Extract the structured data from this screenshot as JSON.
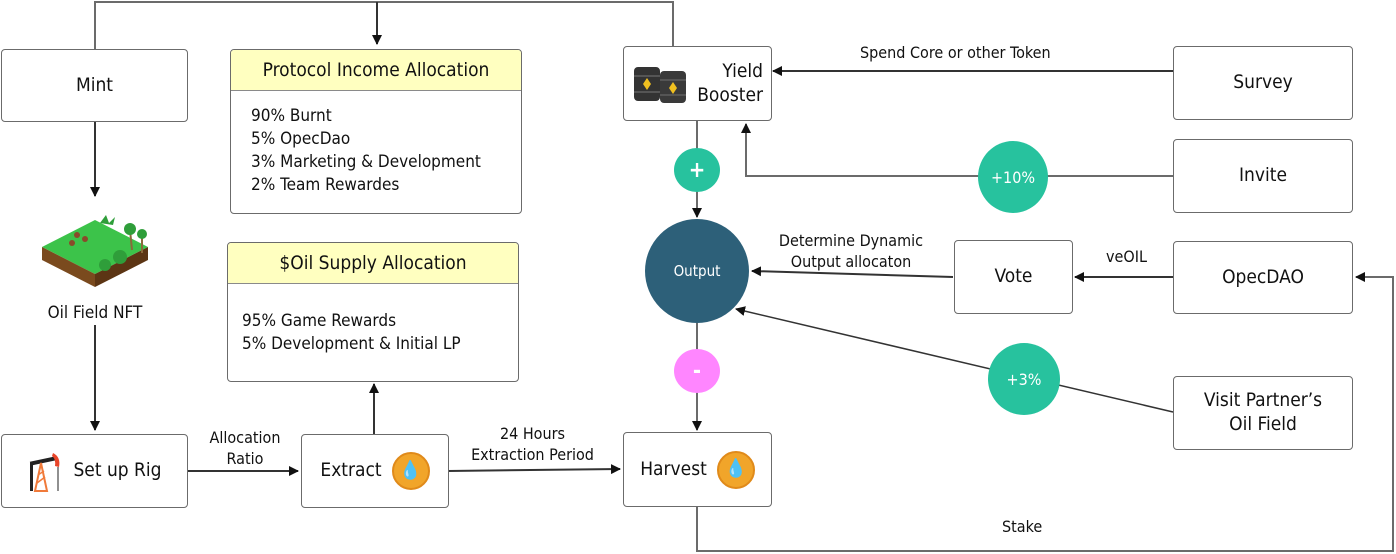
{
  "nodes": {
    "mint": "Mint",
    "oil_field_nft": "Oil Field NFT",
    "set_up_rig": "Set up Rig",
    "extract": "Extract",
    "harvest": "Harvest",
    "yield_booster_line1": "Yield",
    "yield_booster_line2": "Booster",
    "survey": "Survey",
    "invite": "Invite",
    "vote": "Vote",
    "opecdao": "OpecDAO",
    "visit_partner_line1": "Visit Partner’s",
    "visit_partner_line2": "Oil Field",
    "output": "Output"
  },
  "protocol_income": {
    "title": "Protocol Income Allocation",
    "items": [
      "90%  Burnt",
      "5% OpecDao",
      "3% Marketing & Development",
      "2% Team Rewardes"
    ]
  },
  "oil_supply": {
    "title": "$Oil Supply Allocation",
    "items": [
      "95% Game Rewards",
      "5% Development & Initial LP"
    ]
  },
  "badges": {
    "plus": "+",
    "minus": "-",
    "invite_bonus": "+10%",
    "visit_bonus": "+3%"
  },
  "edge_labels": {
    "spend": "Spend Core or other Token",
    "allocation_line1": "Allocation",
    "allocation_line2": "Ratio",
    "extraction_line1": "24 Hours",
    "extraction_line2": "Extraction Period",
    "dynamic_line1": "Determine Dynamic",
    "dynamic_line2": "Output allocaton",
    "veoil": "veOIL",
    "stake": "Stake"
  },
  "icons": {
    "coin": "oil-drop-coin-icon",
    "rig": "oil-rig-icon",
    "barrels": "oil-barrels-icon",
    "field": "oil-field-island-icon"
  },
  "colors": {
    "teal": "#27c29e",
    "pink": "#ff86ff",
    "navy": "#2d6079",
    "header_yellow": "#ffffc0",
    "coin_orange": "#f1a52a"
  }
}
